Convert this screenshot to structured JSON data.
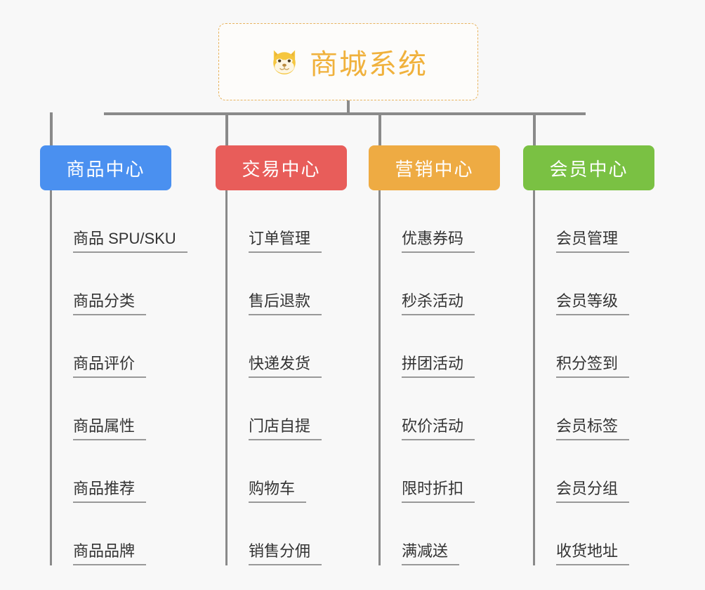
{
  "background_color": "#f8f8f8",
  "root": {
    "icon": "shiba-dog-face-icon",
    "title": "商城系统",
    "text_color": "#f0b13c",
    "border_color": "#e8b35e"
  },
  "connector_color": "#8a8a8a",
  "categories": [
    {
      "label": "商品中心",
      "color": "#4a90f0",
      "items": [
        "商品 SPU/SKU",
        "商品分类",
        "商品评价",
        "商品属性",
        "商品推荐",
        "商品品牌"
      ]
    },
    {
      "label": "交易中心",
      "color": "#e85d5a",
      "items": [
        "订单管理",
        "售后退款",
        "快递发货",
        "门店自提",
        "购物车",
        "销售分佣"
      ]
    },
    {
      "label": "营销中心",
      "color": "#eeab43",
      "items": [
        "优惠券码",
        "秒杀活动",
        "拼团活动",
        "砍价活动",
        "限时折扣",
        "满减送"
      ]
    },
    {
      "label": "会员中心",
      "color": "#7ac143",
      "items": [
        "会员管理",
        "会员等级",
        "积分签到",
        "会员标签",
        "会员分组",
        "收货地址"
      ]
    }
  ]
}
